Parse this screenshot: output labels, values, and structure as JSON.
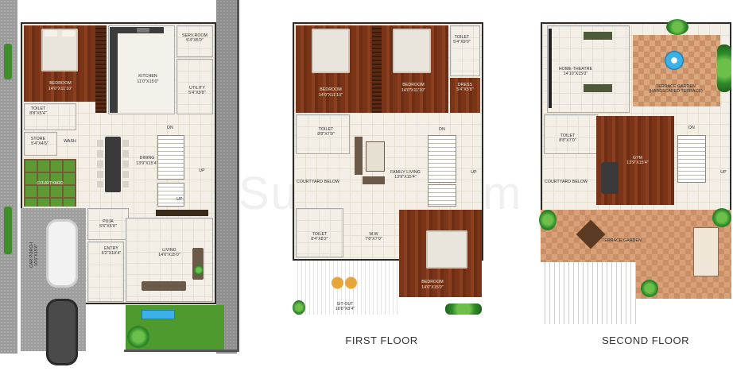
{
  "ground_floor": {
    "bedroom": {
      "name": "BEDROOM",
      "size": "14'0\"X11'10\""
    },
    "kitchen": {
      "name": "KITCHEN",
      "size": "11'0\"X15'0\""
    },
    "serv_room": {
      "name": "SERV.ROOM",
      "size": "5'4\"X5'0\""
    },
    "utility": {
      "name": "UTILITY",
      "size": "5'4\"X9'8\""
    },
    "toilet": {
      "name": "TOILET",
      "size": "8'8\"X5'4\""
    },
    "store": {
      "name": "STORE",
      "size": "5'4\"X4'6\""
    },
    "wash": {
      "name": "WASH"
    },
    "dining": {
      "name": "DINING",
      "size": "13'9\"X15'4\""
    },
    "courtyard": {
      "name": "COURTYARD"
    },
    "puja": {
      "name": "PUJA",
      "size": "5'6\"X5'0\""
    },
    "entry": {
      "name": "ENTRY",
      "size": "6'2\"X10'4\""
    },
    "living": {
      "name": "LIVING",
      "size": "14'0\"X15'0\""
    },
    "car_porch": {
      "name": "CAR PORCH",
      "size": "10'6\"X15'6\""
    },
    "dn": "DN",
    "up": "UP"
  },
  "first_floor": {
    "title": "FIRST FLOOR",
    "bedroom1": {
      "name": "BEDROOM",
      "size": "14'0\"X11'10\""
    },
    "bedroom2": {
      "name": "BEDROOM",
      "size": "14'0\"X11'10\""
    },
    "toilet_top": {
      "name": "TOILET",
      "size": "5'4\"X9'0\""
    },
    "dress": {
      "name": "DRESS",
      "size": "5'4\"X5'8\""
    },
    "toilet_left": {
      "name": "TOILET",
      "size": "8'8\"X7'0\""
    },
    "family_living": {
      "name": "FAMILY LIVING",
      "size": "13'9\"X15'4\""
    },
    "courtyard_below": {
      "name": "COURTYARD BELOW"
    },
    "toilet_bottom": {
      "name": "TOILET",
      "size": "8'4\"X8'2\""
    },
    "ww": {
      "name": "W.W",
      "size": "7'8\"X7'0\""
    },
    "bedroom3": {
      "name": "BEDROOM",
      "size": "14'0\"X15'0\""
    },
    "sit_out": {
      "name": "SIT-OUT",
      "size": "18'8\"X8'4\""
    },
    "dn": "DN",
    "up": "UP"
  },
  "second_floor": {
    "title": "SECOND FLOOR",
    "home_theatre": {
      "name": "HOME-THEATRE",
      "size": "14'10\"X15'0\""
    },
    "terrace_garden_top": {
      "name": "TERRACE GARDEN",
      "note": "(HARDSCAPED TERRACE)"
    },
    "toilet": {
      "name": "TOILET",
      "size": "8'8\"X7'0\""
    },
    "gym": {
      "name": "GYM",
      "size": "13'9\"X15'4\""
    },
    "courtyard_below": {
      "name": "COURTYARD BELOW"
    },
    "terrace_garden": {
      "name": "TERRACE GARDEN"
    },
    "dn": "DN",
    "up": "UP"
  },
  "watermark": "Sulekha.com",
  "colors": {
    "wood": "#7a3518",
    "tile": "#f3efe6",
    "grass": "#4f9a2e",
    "terrace": "#d9a07a",
    "road": "#8f8f8f"
  }
}
